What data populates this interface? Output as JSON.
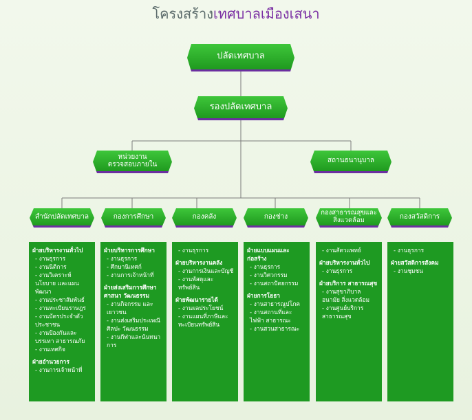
{
  "title": {
    "part1": "โครงสร้าง",
    "part2": "เทศบาลเมืองเสนา"
  },
  "nodes": {
    "mayor_clerk": "ปลัดเทศบาล",
    "deputy_clerk": "รองปลัดเทศบาล",
    "internal_audit": "หน่วยงาน\nตรวจสอบภายใน",
    "health_station": "สถานธนานุบาล"
  },
  "departments": [
    "สำนักปลัดเทศบาล",
    "กองการศึกษา",
    "กองคลัง",
    "กองช่าง",
    "กองสาธารณสุขและ\nสิ่งแวดล้อม",
    "กองสวัสดิการ"
  ],
  "panels": [
    [
      {
        "h": "ฝ่ายบริหารงานทั่วไป"
      },
      {
        "i": "งานธุรการ"
      },
      {
        "i": "งานนิติการ"
      },
      {
        "i": "งานวิเคราะห์นโยบาย และแผนพัฒนา"
      },
      {
        "i": "งานประชาสัมพันธ์"
      },
      {
        "i": "งานทะเบียนราษฎร"
      },
      {
        "i": "งานบัตรประจำตัว ประชาชน"
      },
      {
        "i": "งานป้องกันและบรรเทา สาธารณภัย"
      },
      {
        "i": "งานเทศกิจ"
      },
      {
        "h": "ฝ่ายอำนวยการ"
      },
      {
        "i": "งานการเจ้าหน้าที่"
      }
    ],
    [
      {
        "h": "ฝ่ายบริหารการศึกษา"
      },
      {
        "i": "งานธุรการ"
      },
      {
        "i": "ศึกษานิเทศก์"
      },
      {
        "i": "งานการเจ้าหน้าที่"
      },
      {
        "h": "ฝ่ายส่งเสริมการศึกษา ศาสนา วัฒนธรรม"
      },
      {
        "i": "งานกิจกรรม และเยาวชน"
      },
      {
        "i": "งานส่งเสริมประเพณี ศิลปะ วัฒนธรรม"
      },
      {
        "i": "งานกีฬาและนันทนา การ"
      }
    ],
    [
      {
        "i": "งานธุรการ"
      },
      {
        "h": "ฝ่ายบริหารงานคลัง"
      },
      {
        "i": "งานการเงินและบัญชี"
      },
      {
        "i": "งานพัสดุและทรัพย์สิน"
      },
      {
        "h": "ฝ่ายพัฒนารายได้"
      },
      {
        "i": "งานผลประโยชน์"
      },
      {
        "i": "งานแผนที่ภาษีและ ทะเบียนทรัพย์สิน"
      }
    ],
    [
      {
        "h": "ฝ่ายแบบแผนและ ก่อสร้าง"
      },
      {
        "i": "งานธุรการ"
      },
      {
        "i": "งานวิศวกรรม"
      },
      {
        "i": "งานสถาปัตยกรรม"
      },
      {
        "h": "ฝ่ายการโยธา"
      },
      {
        "i": "งานสาธารณูปโภค"
      },
      {
        "i": "งานสถานที่และไฟฟ้า สาธารณะ"
      },
      {
        "i": "งานสวนสาธารณะ"
      }
    ],
    [
      {
        "i": "งานสัตวแพทย์"
      },
      {
        "h": "ฝ่ายบริหารงานทั่วไป"
      },
      {
        "i": "งานธุรการ"
      },
      {
        "h": "ฝ่ายบริการ สาธารณสุข"
      },
      {
        "i": "งานสุขาภิบาลอนามัย สิ่งแวดล้อม"
      },
      {
        "i": "งานศูนย์บริการ สาธารณสุข"
      }
    ],
    [
      {
        "i": "งานธุรการ"
      },
      {
        "h": "ฝ่ายสวัสดิการสังคม"
      },
      {
        "i": "งานชุมชน"
      }
    ]
  ]
}
